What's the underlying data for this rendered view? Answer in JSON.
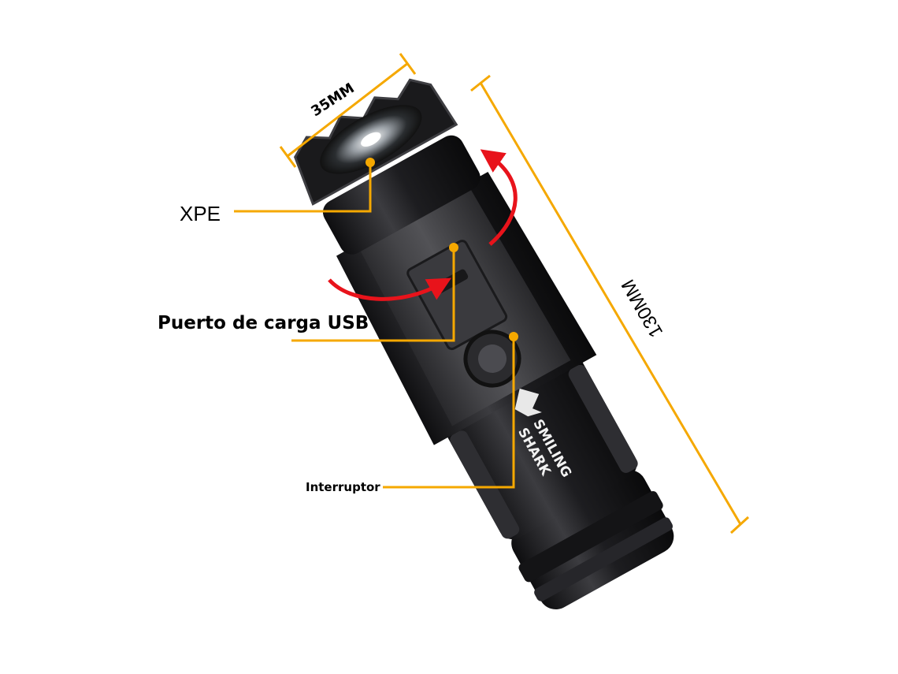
{
  "labels": {
    "led": "XPE",
    "usb_port": "Puerto de carga USB",
    "switch": "Interruptor"
  },
  "dimensions": {
    "diameter": "35MM",
    "length": "130MM"
  },
  "brand": {
    "line1": "SMILING",
    "line2": "SHARK"
  },
  "colors": {
    "callout": "#f5a800",
    "rotation_arrow": "#e8131b",
    "body": "#1c1c1e",
    "body_highlight": "#4a4a4e"
  },
  "icons": [
    "shark-logo-icon",
    "rotation-arrow-icon"
  ]
}
